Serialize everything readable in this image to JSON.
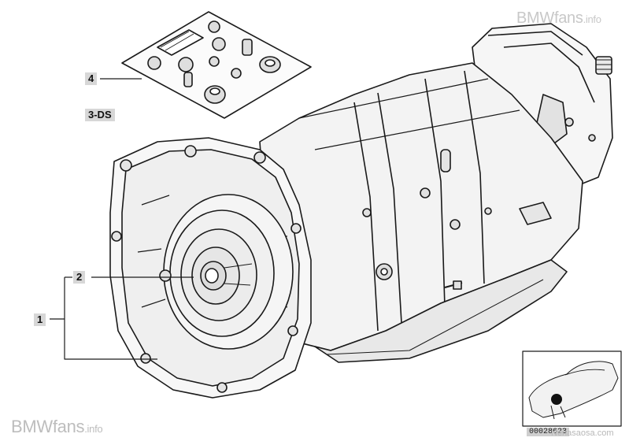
{
  "watermark_top": {
    "brand": "BMWfans",
    "suffix": ".info"
  },
  "watermark_bottom": {
    "brand": "BMWfans",
    "suffix": ".info"
  },
  "watermark_small": "Nenasaosa.com",
  "callouts": {
    "part_4": "4",
    "part_3ds": "3-DS",
    "part_2": "2",
    "part_1": "1"
  },
  "reference_code": "00028623",
  "colors": {
    "line": "#1a1a1a",
    "callout_bg": "#d7d7d7",
    "body_fill": "#f4f4f4",
    "shade": "#d9d9d9"
  }
}
